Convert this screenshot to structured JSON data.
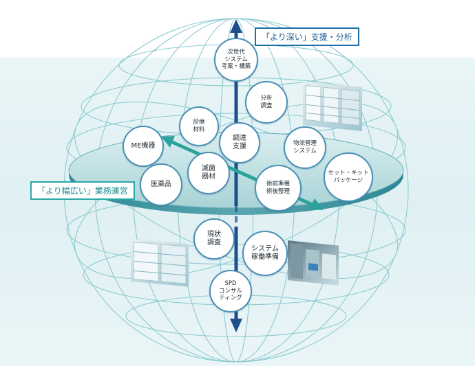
{
  "labels": {
    "vertical_tag": "「より深い」支援・分析",
    "horizontal_tag": "「より幅広い」業務運営"
  },
  "nodes": {
    "jisedai": "次世代\nシステム\n考案・構築",
    "bunseki": "分析\n調査",
    "shinryo": "診療\n材料",
    "me": "ME機器",
    "chotatsu": "調達\n支援",
    "butsuryu": "物流管理\nシステム",
    "setkit": "セット・キット\nパッケージ",
    "iyakuhin": "医薬品",
    "mekkin": "滅菌\n器材",
    "jutsuzen": "術前準備\n術後整理",
    "genjo": "現状\n調査",
    "system_kado": "システム\n稼働準備",
    "spd": "SPD\nコンサル\nティング"
  },
  "colors": {
    "grid": "#8ccad0",
    "disc": "#bfe0e2",
    "disc_edge": "#2f8c9b",
    "axis": "#1d4f8c",
    "h_arrow": "#2aa39a",
    "node_border": "#4a8fb5",
    "tag_v": "#1e6fa8",
    "tag_h": "#2aa6a8"
  }
}
